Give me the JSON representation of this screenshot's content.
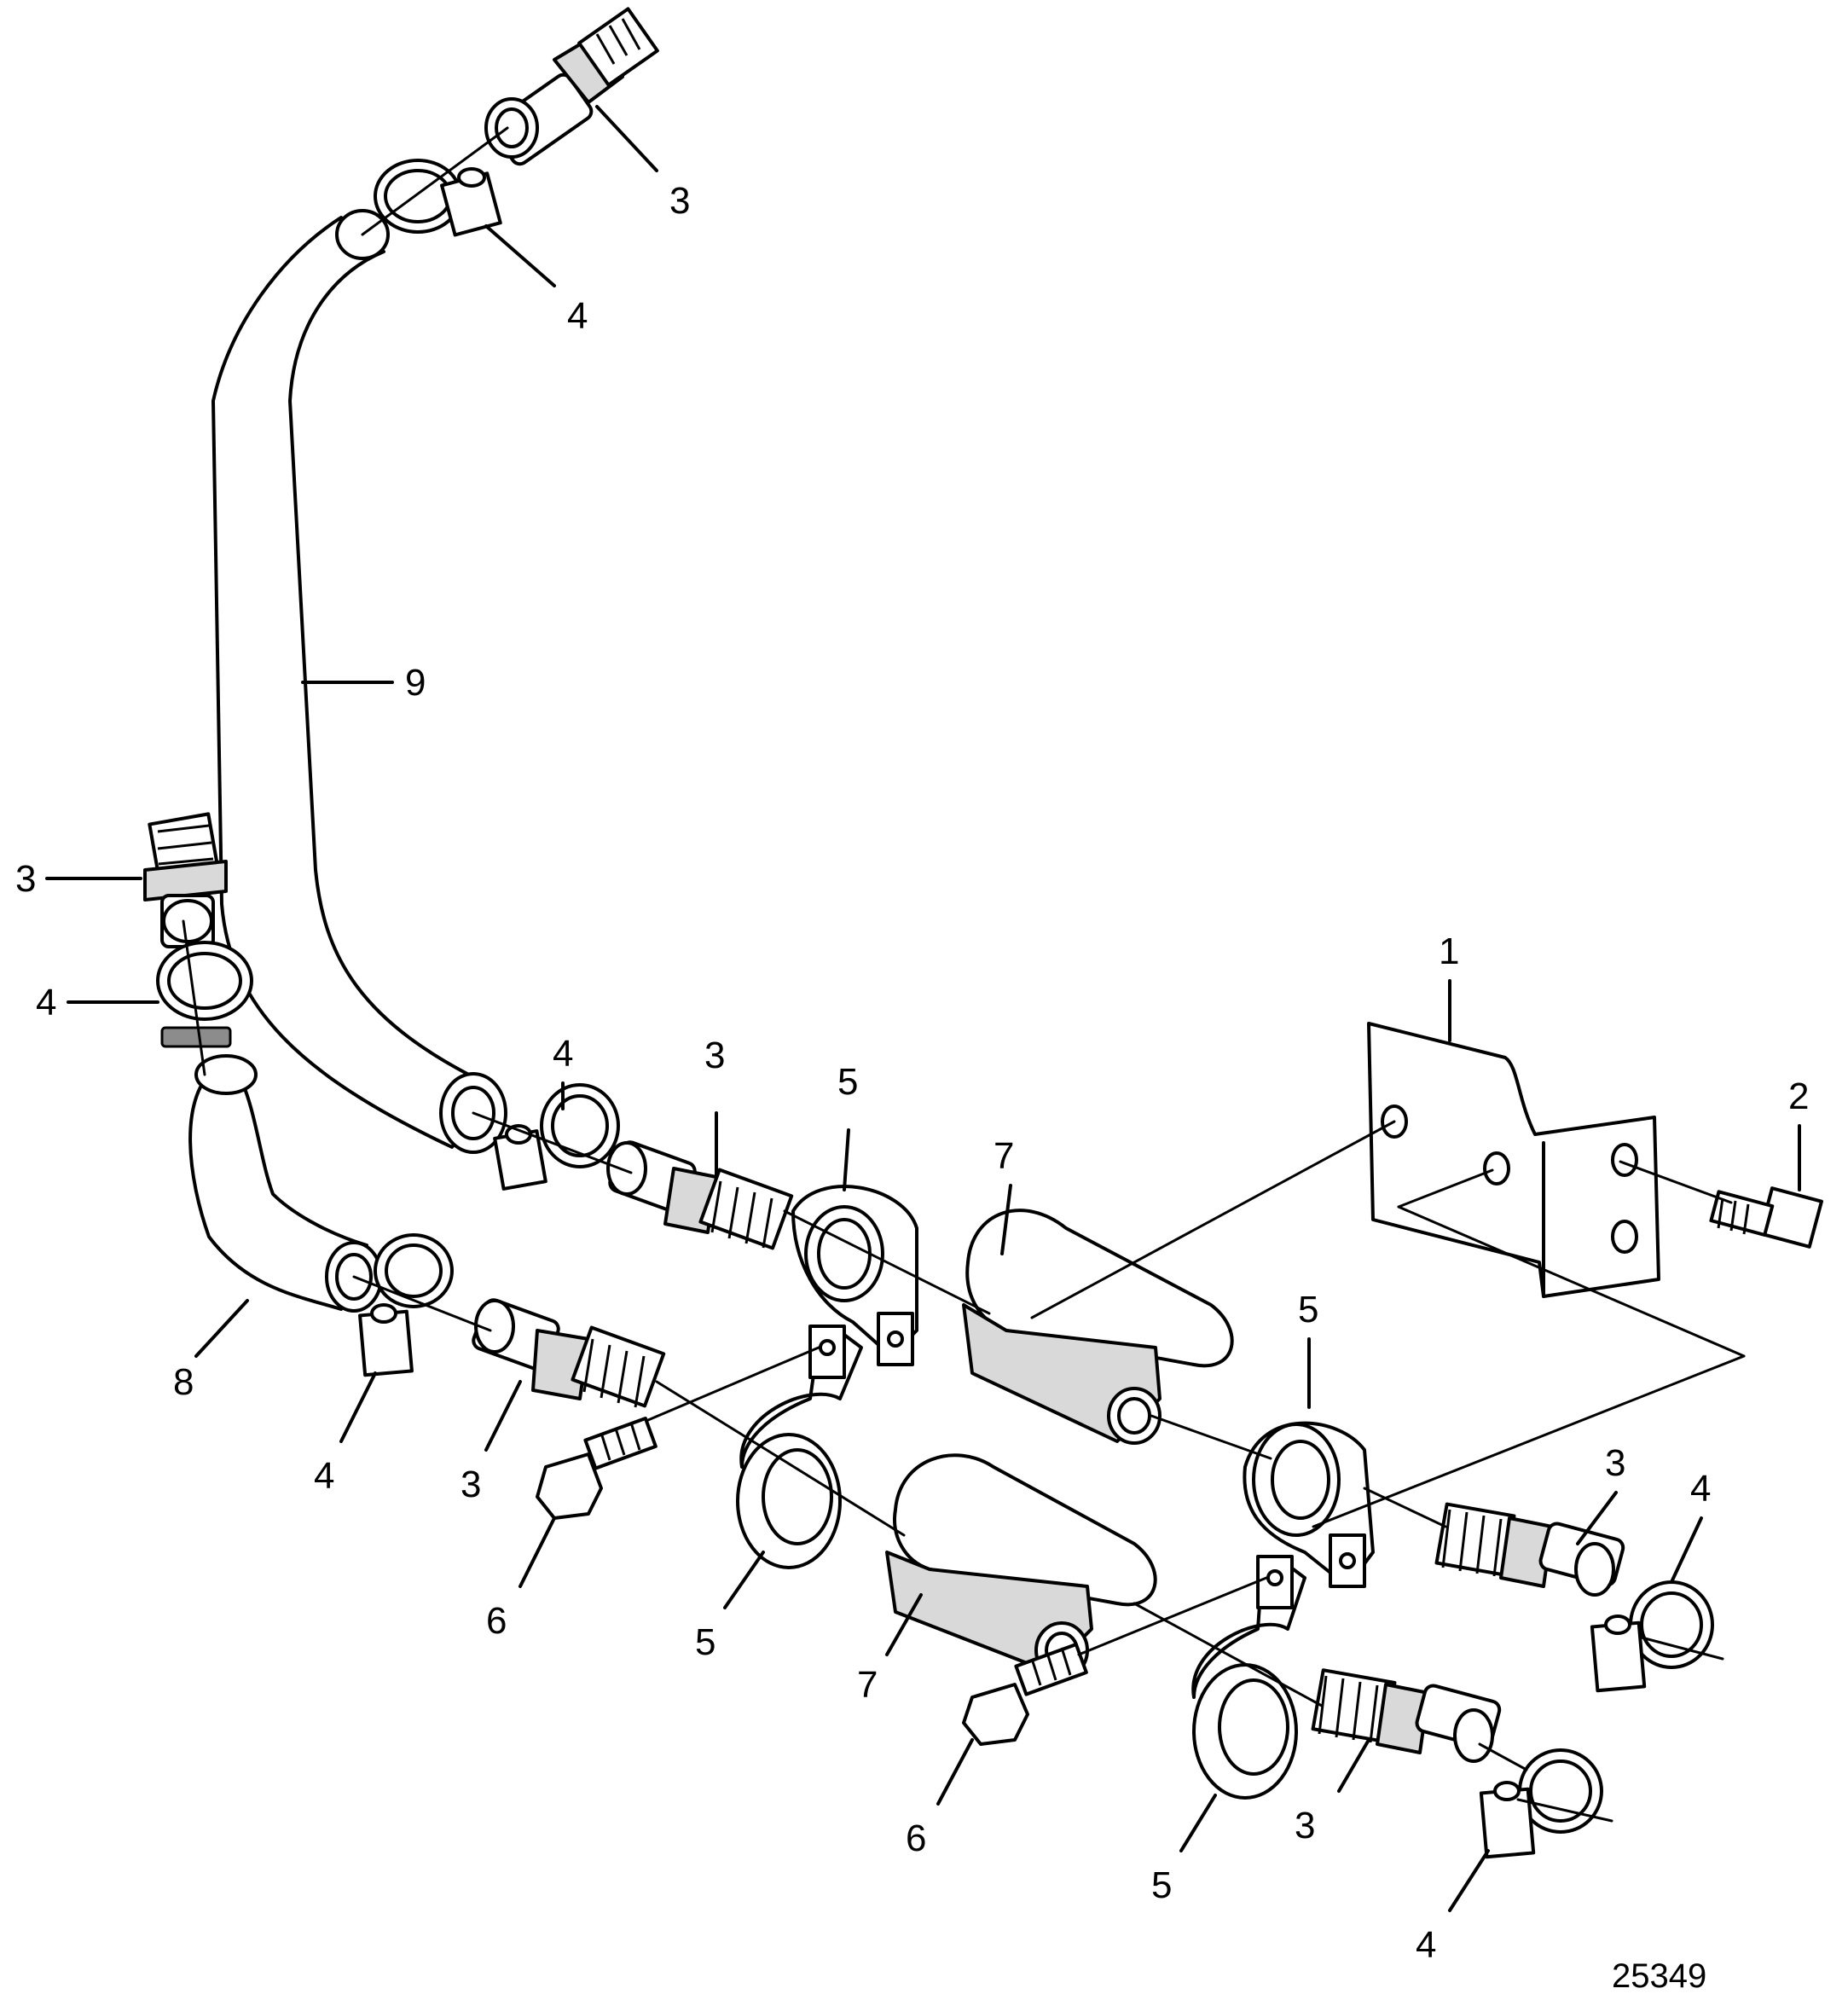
{
  "figure_number": "25349",
  "callouts": [
    "1",
    "2",
    "3",
    "4",
    "5",
    "6",
    "7",
    "8",
    "9"
  ]
}
